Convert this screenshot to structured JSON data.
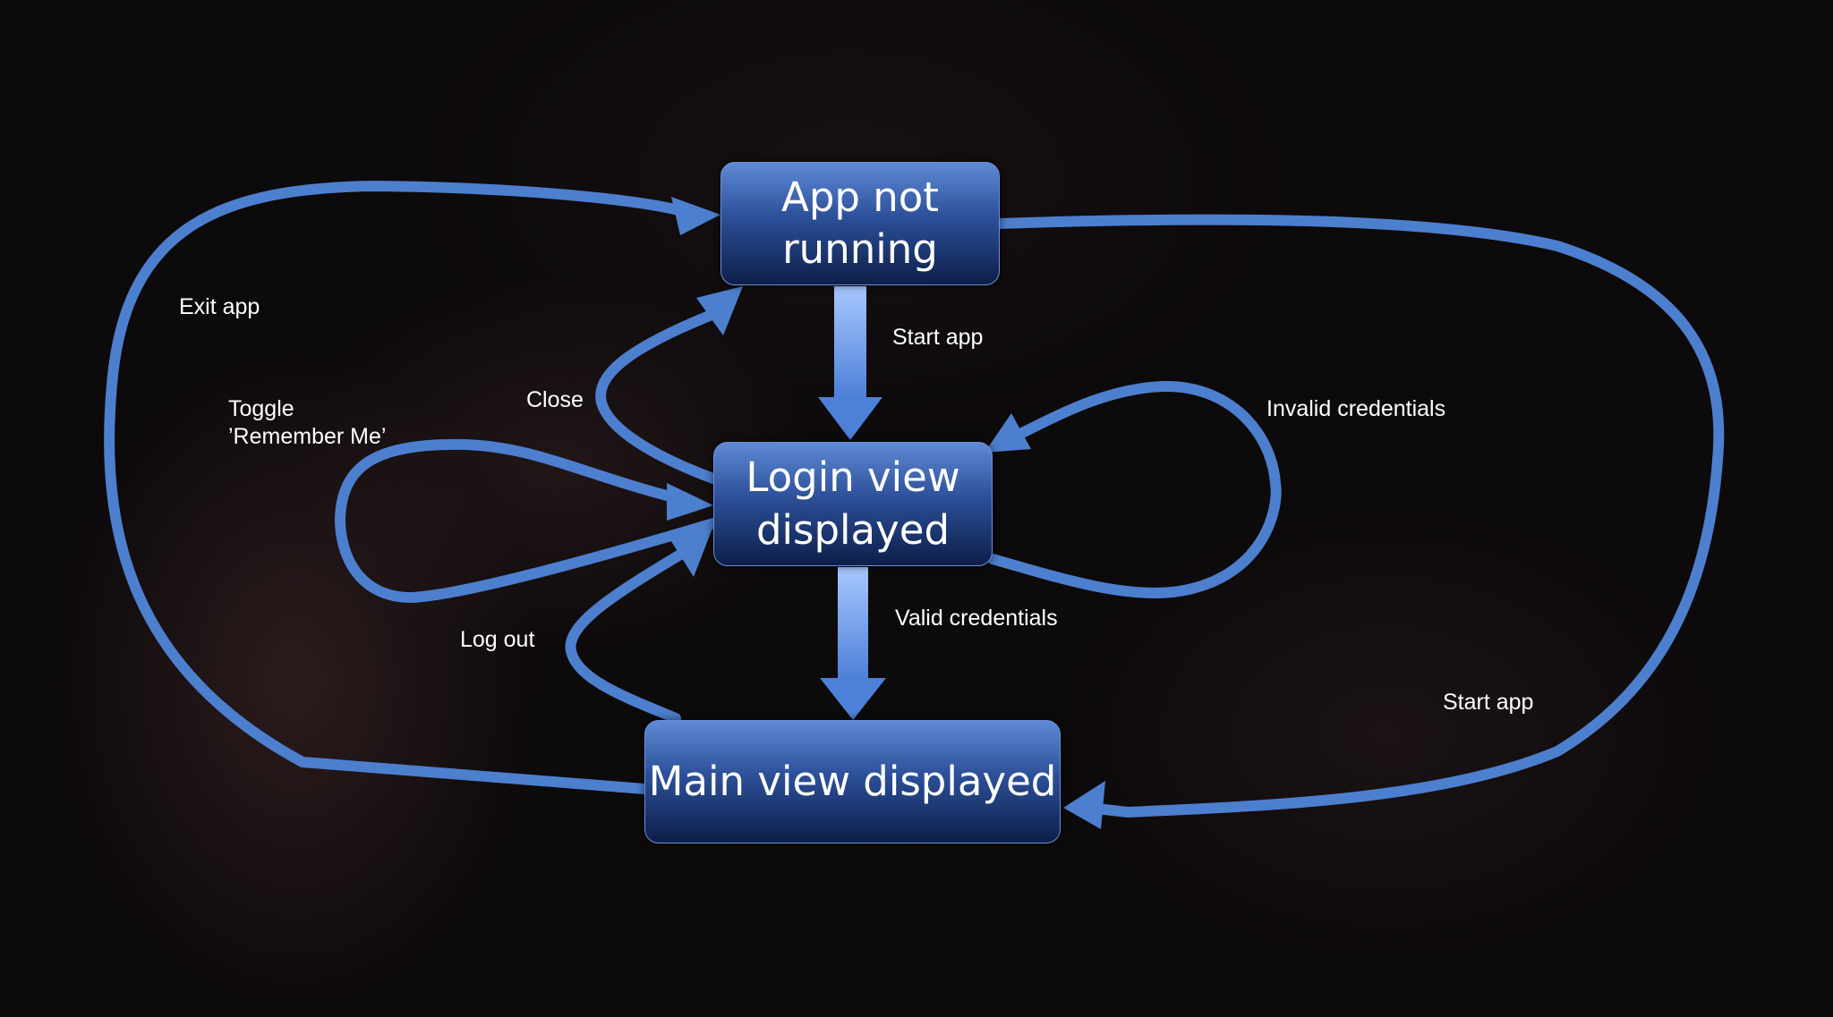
{
  "nodes": {
    "app_not_running": "App not running",
    "login_view": "Login view displayed",
    "main_view": "Main view displayed"
  },
  "transitions": {
    "start_app_1": "Start app",
    "start_app_2": "Start app",
    "valid_credentials": "Valid credentials",
    "invalid_credentials": "Invalid credentials",
    "close": "Close",
    "toggle_remember_me": "Toggle\n’Remember Me’",
    "log_out": "Log out",
    "exit_app": "Exit app"
  },
  "colors": {
    "arrow": "#4d7fcf",
    "arrow_light": "#8fb6f4",
    "node_top": "#5f8ad6",
    "node_bottom": "#0d1f49",
    "background": "#0d0a0b"
  }
}
